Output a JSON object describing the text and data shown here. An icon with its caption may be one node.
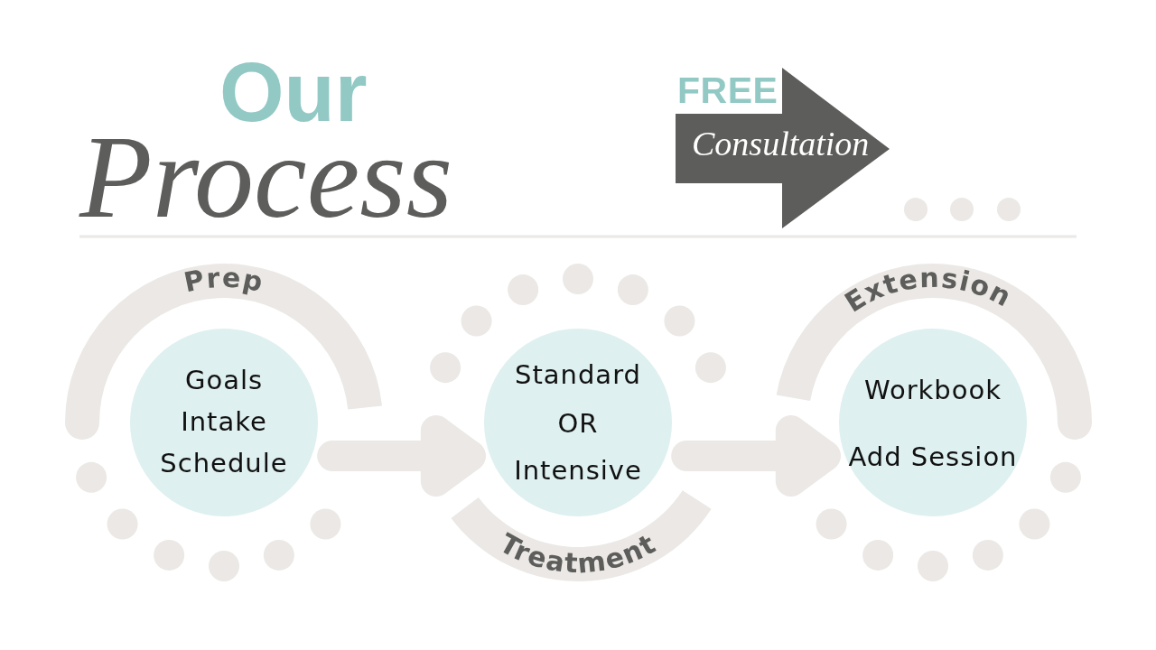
{
  "diagram": {
    "title": "Our Process",
    "nodes": [
      {
        "text": [
          "FREE",
          "Consultation"
        ]
      },
      {
        "text": [
          "Prep"
        ]
      },
      {
        "text": [
          "Goals",
          "Intake",
          "Schedule"
        ]
      },
      {
        "text": [
          "Standard",
          "OR",
          "Intensive"
        ]
      },
      {
        "text": [
          "Treatment"
        ]
      },
      {
        "text": [
          "Extension"
        ]
      },
      {
        "text": [
          "Workbook",
          "Add Session"
        ]
      }
    ],
    "edges": [
      {
        "from": 2,
        "to": 3,
        "arrow": "to"
      },
      {
        "from": 3,
        "to": 6,
        "arrow": "to"
      }
    ]
  }
}
